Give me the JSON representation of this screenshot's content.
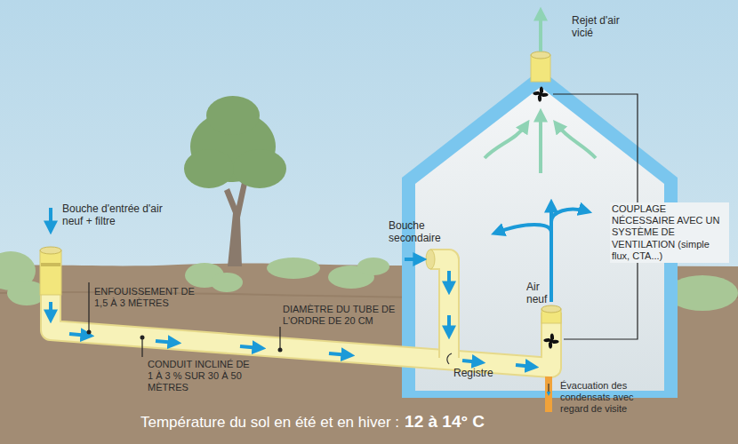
{
  "diagram": {
    "labels": [
      "Rejet d'air vicié",
      "Bouche d'entrée d'air neuf + filtre",
      "ENFOUISSEMENT DE 1,5 À 3 MÈTRES",
      "DIAMÈTRE DU TUBE DE L'ORDRE DE 20 CM",
      "CONDUIT INCLINÉ DE 1 À 3 % SUR 30 À 50 MÈTRES",
      "Bouche secondaire",
      "Registre",
      "Air neuf",
      "COUPLAGE NÉCESSAIRE AVEC UN SYSTÈME DE VENTILATION (simple flux, CTA...)",
      "Évacuation des condensats avec regard de visite",
      "Température du sol en été et en hiver :",
      "12 à 14° C"
    ]
  }
}
